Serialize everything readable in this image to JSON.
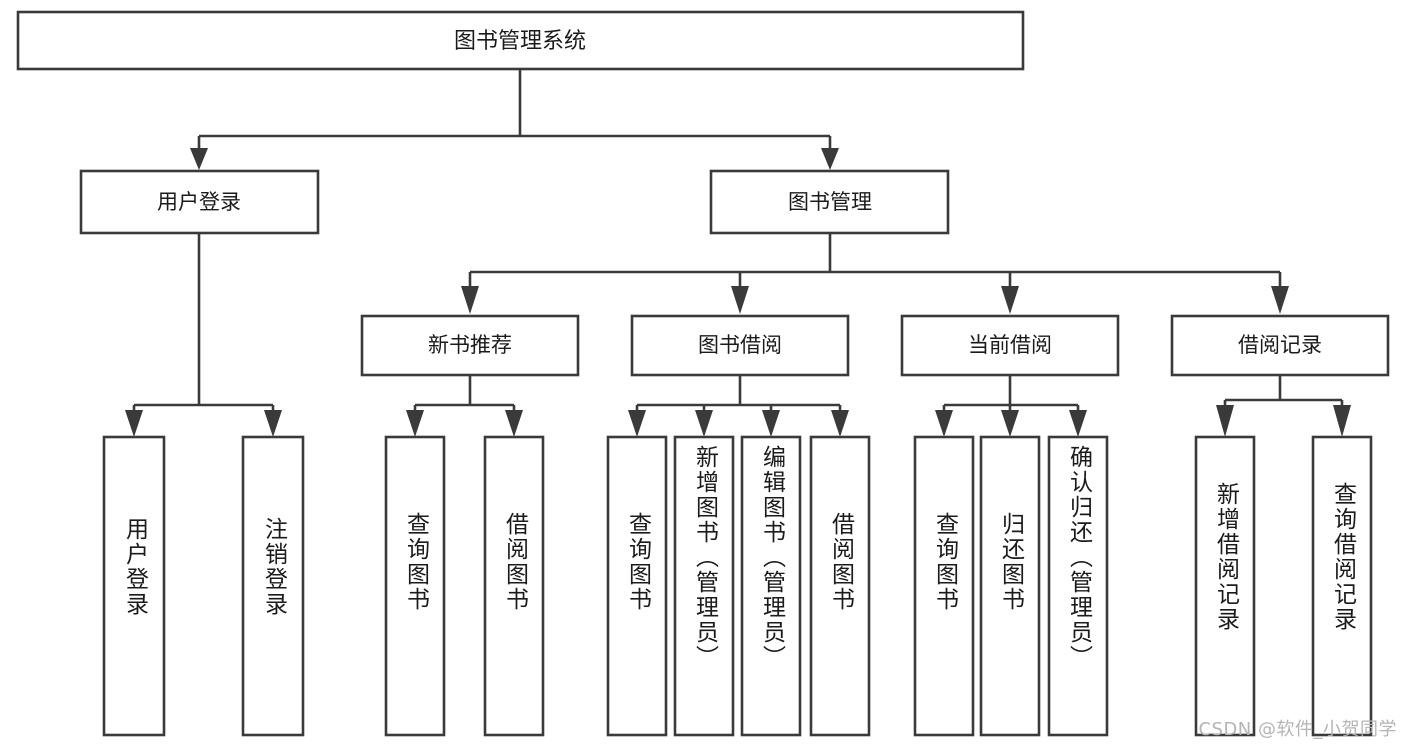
{
  "diagram": {
    "type": "hierarchy-tree",
    "title": "图书管理系统",
    "watermark": "CSDN @软件_小贺同学",
    "colors": {
      "stroke": "#3a3a3a",
      "box_fill": "#ffffff",
      "text": "#1b1b1b",
      "background": "#ffffff",
      "watermark": "#b4b4b4"
    },
    "root": {
      "label": "图书管理系统"
    },
    "level1": [
      {
        "label": "用户登录"
      },
      {
        "label": "图书管理"
      }
    ],
    "level2": [
      {
        "label": "新书推荐",
        "parent": "图书管理"
      },
      {
        "label": "图书借阅",
        "parent": "图书管理"
      },
      {
        "label": "当前借阅",
        "parent": "图书管理"
      },
      {
        "label": "借阅记录",
        "parent": "图书管理"
      }
    ],
    "leaves": {
      "user_login": [
        {
          "label": "用户登录"
        },
        {
          "label": "注销登录"
        }
      ],
      "new_book": [
        {
          "label": "查询图书"
        },
        {
          "label": "借阅图书"
        }
      ],
      "book_borrow": [
        {
          "label": "查询图书"
        },
        {
          "label": "新增图书（管理员）"
        },
        {
          "label": "编辑图书（管理员）"
        },
        {
          "label": "借阅图书"
        }
      ],
      "current_borrow": [
        {
          "label": "查询图书"
        },
        {
          "label": "归还图书"
        },
        {
          "label": "确认归还（管理员）"
        }
      ],
      "borrow_record": [
        {
          "label": "新增借阅记录"
        },
        {
          "label": "查询借阅记录"
        }
      ]
    }
  }
}
